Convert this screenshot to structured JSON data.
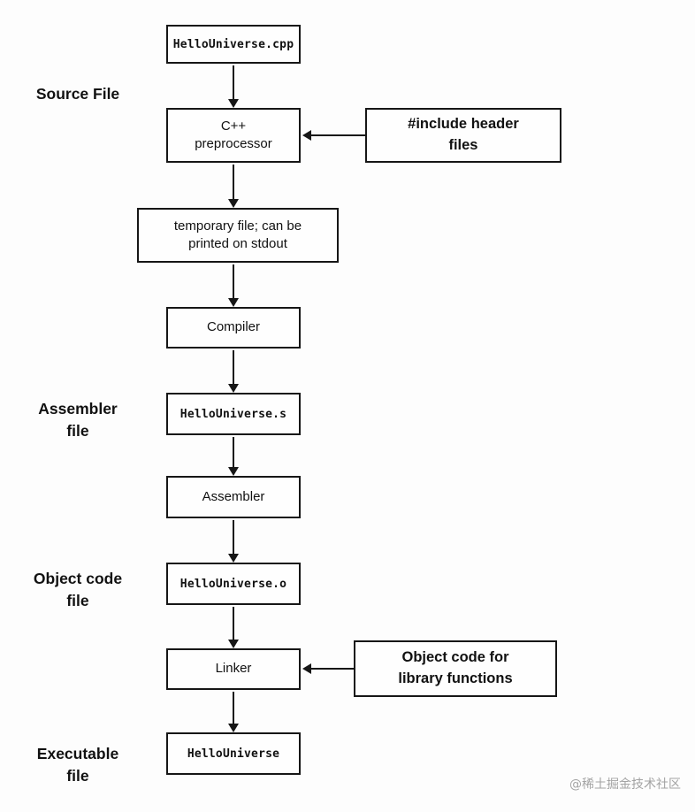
{
  "diagram": {
    "labels": {
      "source": "Source File",
      "assembler": "Assembler\nfile",
      "object": "Object code\nfile",
      "executable": "Executable\nfile"
    },
    "nodes": {
      "cpp_file": "HelloUniverse.cpp",
      "preprocessor": "C++\npreprocessor",
      "temp_file": "temporary file; can be\nprinted on stdout",
      "compiler": "Compiler",
      "asm_file": "HelloUniverse.s",
      "assembler": "Assembler",
      "obj_file": "HelloUniverse.o",
      "linker": "Linker",
      "executable": "HelloUniverse"
    },
    "callouts": {
      "include": "#include header\nfiles",
      "object_lib": "Object code for\nlibrary functions"
    },
    "colors": {
      "border": "#161616",
      "background": "#fdfdfd",
      "watermark": "#a3a3a3"
    }
  },
  "watermark": "@稀土掘金技术社区"
}
